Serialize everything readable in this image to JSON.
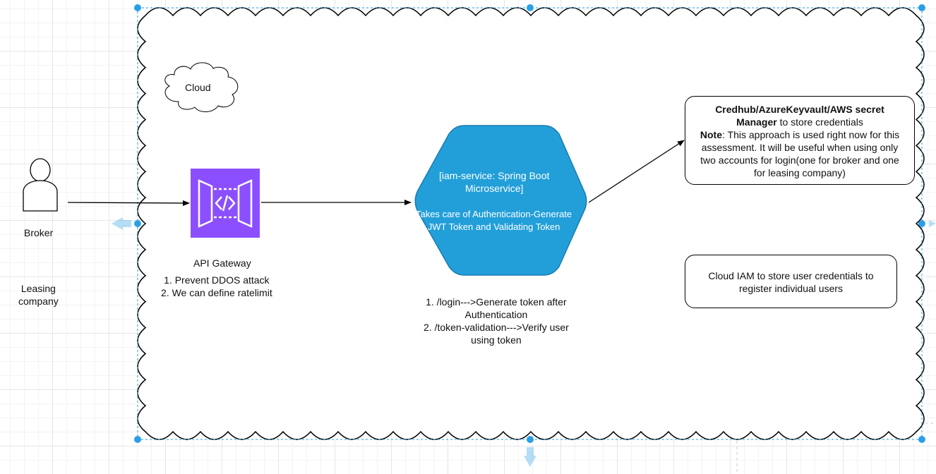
{
  "cloud_small": {
    "label": "Cloud"
  },
  "broker": {
    "label": "Broker",
    "leasing_lines": [
      "Leasing",
      "company"
    ]
  },
  "api_gateway": {
    "title": "API Gateway",
    "lines": [
      "1. Prevent DDOS attack",
      "2. We can define ratelimit"
    ],
    "icon": "api-gateway-icon",
    "color": "#8c4fff"
  },
  "iam_service": {
    "title_lines": [
      "[iam-service: Spring Boot",
      "Microservice]"
    ],
    "desc_lines": [
      "Takes care of Authentication-Generate",
      "JWT Token and Validating Token"
    ],
    "fill": "#229fd9",
    "stroke": "#1a7bb0"
  },
  "endpoints": {
    "lines": [
      "1. /login--->Generate token after",
      "Authentication",
      "2. /token-validation--->Verify user",
      "using token"
    ]
  },
  "credhub": {
    "title_bold_lines": [
      "Credhub/AzureKeyvault/AWS secret"
    ],
    "line2_bold": "Manager",
    "line2_rest": " to store credentials",
    "note_bold": "Note",
    "note_rest": ": This approach is used right now for this",
    "note_lines": [
      "assessment. It will be useful when using only",
      "two accounts for login(one for broker and one",
      "for leasing company)"
    ]
  },
  "cloud_iam": {
    "lines": [
      "Cloud IAM to store user credentials to",
      "register individual users"
    ]
  },
  "selection": {
    "color": "#29a0e6"
  }
}
